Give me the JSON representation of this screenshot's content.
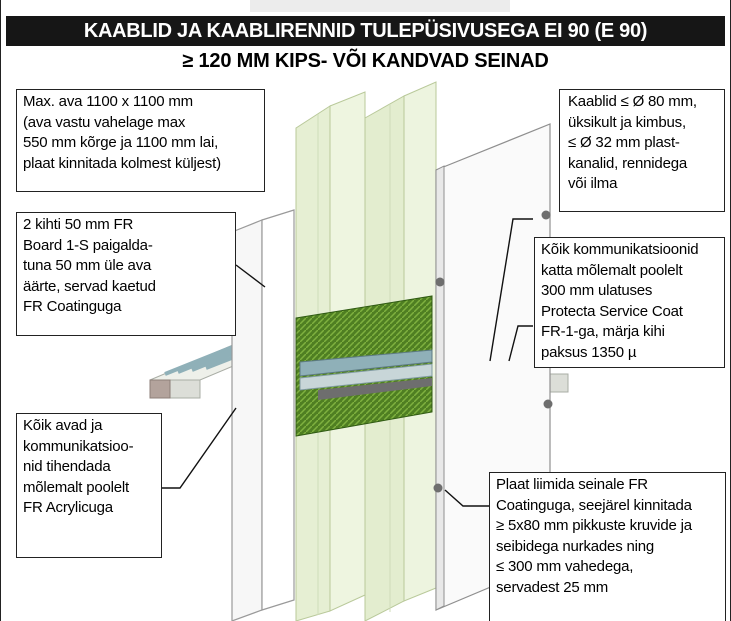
{
  "header": {
    "title": "KAABLID JA KAABLIRENNID TULEPÜSIVUSEGA EI 90 (E 90)",
    "subtitle": "≥ 120 MM KIPS- VÕI KANDVAD SEINAD"
  },
  "callouts": {
    "max_opening": "Max. ava 1100 x 1100 mm\n(ava vastu vahelage max\n550 mm kõrge ja 1100 mm lai,\nplaat kinnitada kolmest küljest)",
    "cables": "Kaablid ≤ Ø 80 mm,\nüksikult ja kimbus,\n≤ Ø 32 mm plast-\nkanalid, rennidega\nvõi ilma",
    "boards": "2 kihti 50 mm FR\nBoard 1-S paigalda-\ntuna 50 mm üle ava\näärte, servad kaetud\nFR Coatinguga",
    "coat": "Kõik kommunikatsioonid\nkatta mõlemalt poolelt\n300 mm ulatuses\nProtecta Service Coat\nFR-1-ga, märja kihi\npaksus 1350 µ",
    "seal": "Kõik avad ja\nkommunikatsioo-\nnid tihendada\nmõlemalt poolelt\nFR Acrylicuga",
    "fix": "Plaat liimida seinale FR\nCoatinguga, seejärel kinnitada\n≥ 5x80 mm pikkuste kruvide ja\nseibidega nurkades ning\n≤ 300 mm vahedega,\nservadest 25 mm"
  },
  "colors": {
    "title_bar": "#161616",
    "wall_panel": "#e7f0d6",
    "wall_edge": "#c9d8ae",
    "fire_board": "#ffffff",
    "seal_green": "#5b8c2a",
    "cable_tray": "#d9dcd6",
    "screw": "#6e6e6e"
  }
}
